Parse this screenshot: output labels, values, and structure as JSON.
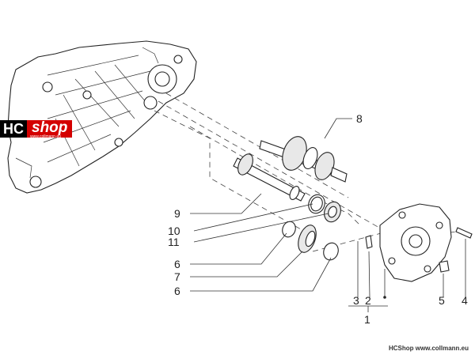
{
  "brand": {
    "badge_prefix": "HC",
    "badge_word": "shop",
    "badge_url": "www.collmann.eu",
    "footer": "HCShop www.collmann.eu"
  },
  "callouts": {
    "c1": "1",
    "c2": "2",
    "c3": "3",
    "c4": "4",
    "c5": "5",
    "c6a": "6",
    "c6b": "6",
    "c7": "7",
    "c8": "8",
    "c9": "9",
    "c10": "10",
    "c11": "11"
  }
}
